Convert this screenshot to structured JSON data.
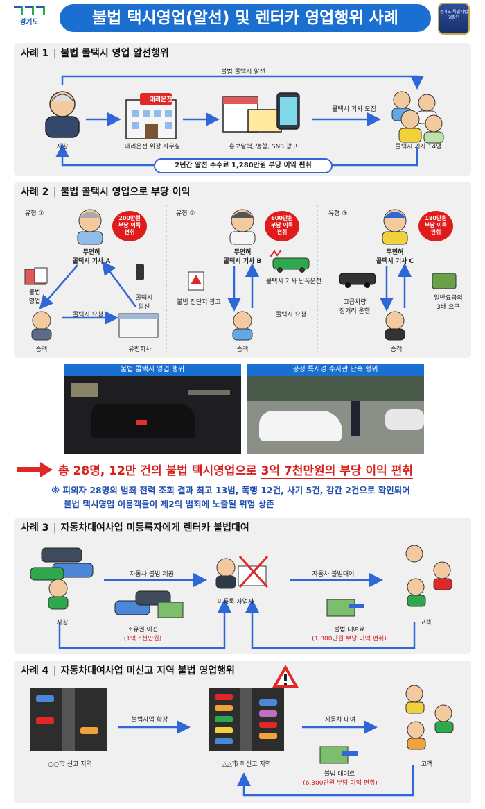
{
  "header": {
    "logo_text": "경기도",
    "title": "불법 택시영업(알선) 및 렌터카 영업행위 사례",
    "emblem_text": "경기도 특별사법경찰단"
  },
  "case1": {
    "label": "사례 1",
    "title": "불법 콜택시 영업 알선행위",
    "top_arrow": "불법 콜택시 알선",
    "boss": "사장",
    "office": "대리운전 위장 사무실",
    "office_sign": "대리운전",
    "ads": "홍보달력, 명함, SNS 광고",
    "recruit": "콜택시 기사 모집",
    "drivers": "콜택시 기사 14명",
    "profit": "2년간 알선 수수료 1,280만원 부당 이익 편취"
  },
  "case2": {
    "label": "사례 2",
    "title": "불법 콜택시 영업으로 부당 이익",
    "type1": {
      "name": "유형 ①",
      "driver": "무면허\n콜택시 기사 A",
      "bubble": "200만원\n부당 이득\n편취",
      "left": "불법\n영업",
      "right": "콜택시\n알선",
      "mid": "콜택시 요청",
      "passenger": "승객",
      "company": "유령회사"
    },
    "type2": {
      "name": "유형 ②",
      "driver": "무면허\n콜택시 기사 B",
      "bubble": "600만원\n부당 이득\n편취",
      "left": "불법 전단지 광고",
      "crash": "콜택시 기사 난폭운전",
      "request": "콜택시 요청",
      "passenger": "승객"
    },
    "type3": {
      "name": "유형 ③",
      "driver": "무면허\n콜택시 기사 C",
      "bubble": "180만원\n부당 이득\n편취",
      "left": "고급차량\n장거리 운행",
      "right": "일반요금의\n3배 요구",
      "passenger": "승객"
    }
  },
  "photos": {
    "left": "불법 콜택시 영업 행위",
    "right": "공정 특사경 수사관 단속 행위"
  },
  "summary": {
    "prefix": "총 28명, 12만 건의 불법 택시영업으로 ",
    "highlight": "3억 7천만원의 부당 이익 편취",
    "note1": "※ 피의자 28명의 범죄 전력 조회 결과 최고 13범, 폭행 12건, 사기 5건, 강간 2건으로 확인되어",
    "note2": "불법 택시영업 이용객들이 제2의 범죄에 노출될 위험 상존"
  },
  "case3": {
    "label": "사례 3",
    "title": "자동차대여사업 미등록자에게 렌터카 불법대여",
    "boss": "사장",
    "provide": "자동차 불법 제공",
    "unregistered": "미등록 사업자",
    "rent": "자동차 불법대여",
    "customer": "고객",
    "ownership": "소유권 이전",
    "ownership_amt": "(1억 5천만원)",
    "fee": "불법 대여료",
    "fee_amt": "(1,800만원 부당 이익 편취)"
  },
  "case4": {
    "label": "사례 4",
    "title": "자동차대여사업 미신고 지역 불법 영업행위",
    "expand": "불법사업 확장",
    "registered": "○○市 신고 지역",
    "unregistered": "△△市 미신고 지역",
    "rent": "자동차 대여",
    "customer": "고객",
    "fee": "불법 대여료",
    "fee_amt": "(6,300만원 부당 이익 편취)"
  },
  "colors": {
    "brand_blue": "#1b6fd0",
    "alert_red": "#d8201c",
    "arrow_blue": "#2f67d8"
  }
}
